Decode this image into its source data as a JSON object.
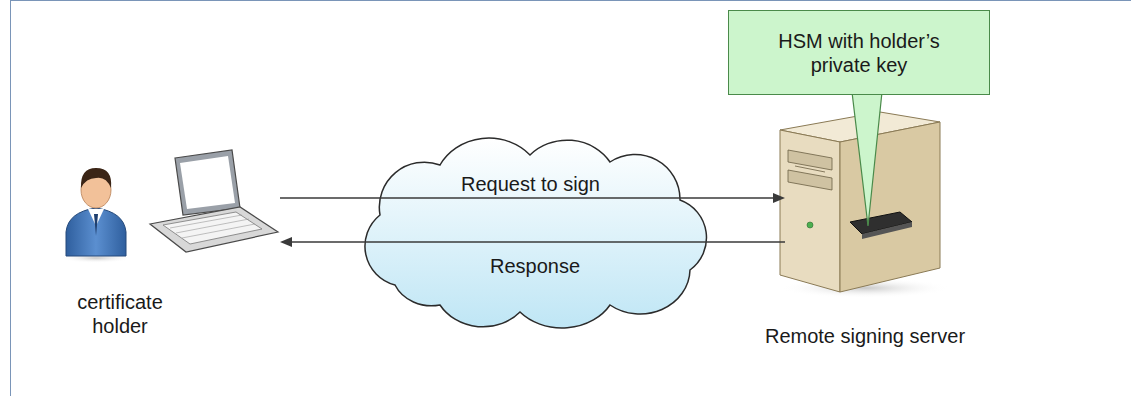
{
  "diagram": {
    "nodes": [
      {
        "text": [
          "certificate holder"
        ]
      },
      {
        "text": [
          "Remote signing server"
        ]
      },
      {
        "text": [
          "HSM with holder’s private key"
        ]
      }
    ],
    "edges": [
      {
        "from": 0,
        "to": 1,
        "arrow": "to",
        "label": "Request to sign"
      },
      {
        "from": 1,
        "to": 0,
        "arrow": "to",
        "label": "Response"
      }
    ]
  }
}
